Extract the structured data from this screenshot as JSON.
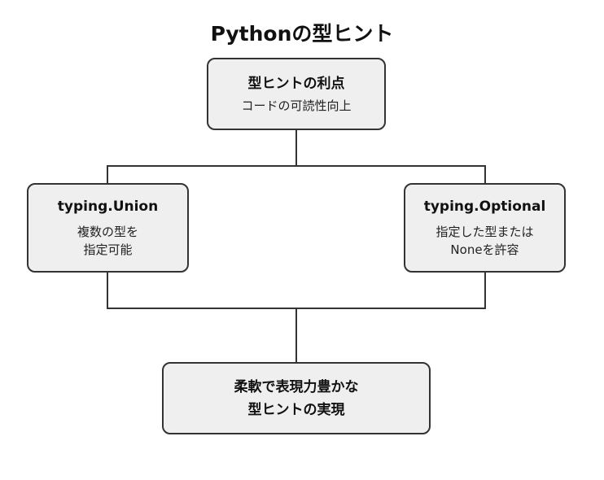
{
  "title": "Pythonの型ヒント",
  "nodes": {
    "top": {
      "title": "型ヒントの利点",
      "subtitle": "コードの可読性向上"
    },
    "left": {
      "title": "typing.Union",
      "lines": [
        "複数の型を",
        "指定可能"
      ]
    },
    "right": {
      "title": "typing.Optional",
      "lines": [
        "指定した型または",
        "Noneを許容"
      ]
    },
    "bottom": {
      "lines": [
        "柔軟で表現力豊かな",
        "型ヒントの実現"
      ]
    }
  },
  "colors": {
    "node_fill": "#efefef",
    "node_border": "#333333",
    "line": "#333333",
    "text": "#111111"
  }
}
